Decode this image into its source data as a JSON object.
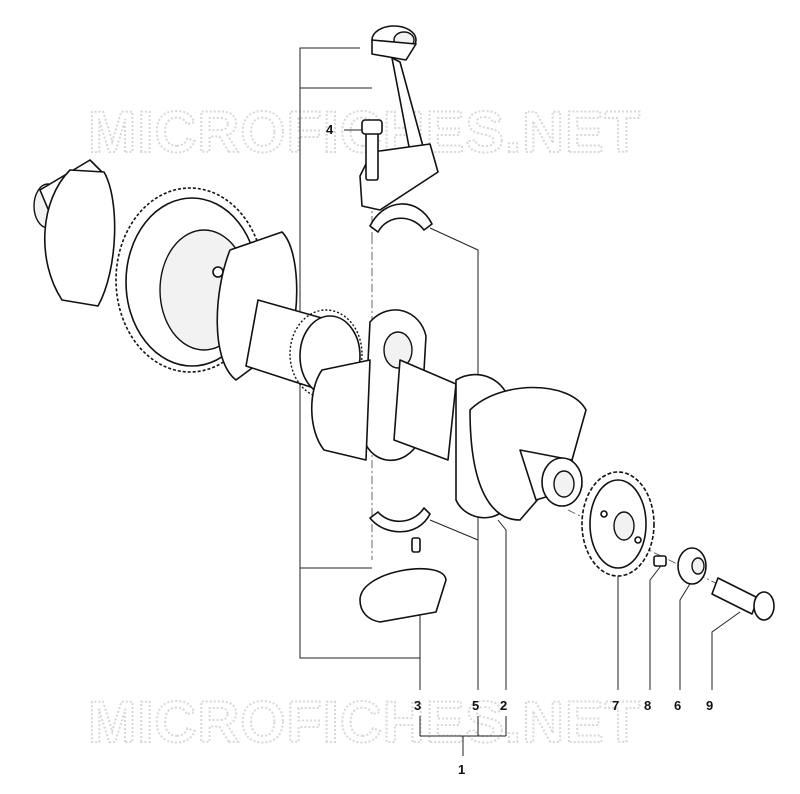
{
  "watermark": {
    "top_text": "MICROFICHES.NET",
    "bottom_text": "MICROFICHES.NET"
  },
  "callouts": {
    "c1": "1",
    "c2": "2",
    "c3": "3",
    "c4": "4",
    "c5": "5",
    "c6": "6",
    "c7": "7",
    "c8": "8",
    "c9": "9"
  },
  "colors": {
    "line": "#111111",
    "watermark": "#d8d8d8",
    "background": "#ffffff"
  }
}
